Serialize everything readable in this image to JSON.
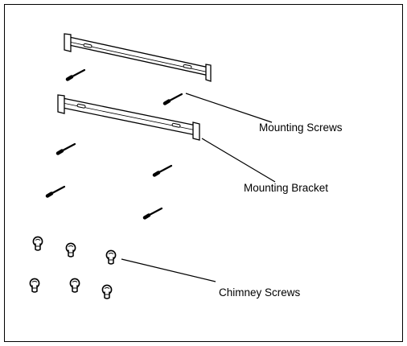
{
  "diagram": {
    "labels": {
      "mounting_screws": "Mounting Screws",
      "mounting_bracket": "Mounting Bracket",
      "chimney_screws": "Chimney Screws"
    },
    "parts": {
      "mounting_brackets": 2,
      "mounting_screws": 6,
      "chimney_screws": 6
    },
    "line_color": "#000000"
  }
}
